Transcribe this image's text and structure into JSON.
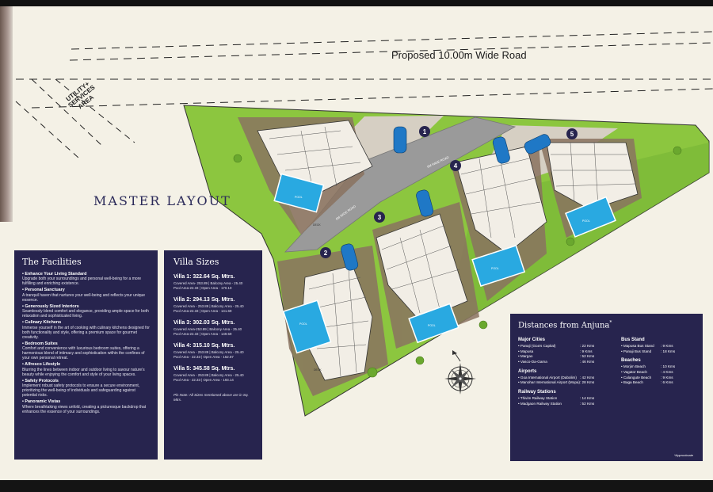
{
  "road": {
    "label": "Proposed 10.00m Wide Road"
  },
  "utility": {
    "lines": [
      "UTILITY+",
      "SERVICES",
      "AREA"
    ]
  },
  "master_layout": {
    "title": "MASTER LAYOUT"
  },
  "site": {
    "internal_road_label_1": "6M WIDE ROAD",
    "internal_road_label_2": "6M WIDE ROAD",
    "villa_numbers": [
      "1",
      "2",
      "3",
      "4",
      "5"
    ],
    "pool_label": "POOL",
    "deck_label": "DECK"
  },
  "facilities": {
    "title": "The Facilities",
    "items": [
      {
        "title": "• Enhance Your Living Standard",
        "desc": "Upgrade both your surroundings and personal well-being for a more fulfilling and enriching existence."
      },
      {
        "title": "• Personal Sanctuary",
        "desc": "A tranquil haven that nurtures your well-being and reflects your unique essence."
      },
      {
        "title": "• Generously Sized Interiors",
        "desc": "Seamlessly blend comfort and elegance, providing ample space for both relaxation and sophisticated living."
      },
      {
        "title": "• Culinary Kitchens",
        "desc": "Immerse yourself in the art of cooking with culinary kitchens designed for both functionality and style, offering a premium space for gourmet creativity."
      },
      {
        "title": "• Bedroom Suites",
        "desc": "Comfort and convenience with luxurious bedroom suites, offering a harmonious blend of intimacy and sophistication within the confines of your own personal retreat."
      },
      {
        "title": "• Alfresco Lifestyle",
        "desc": "Blurring the lines between indoor and outdoor living to savour nature's beauty while enjoying the comfort and style of your living spaces."
      },
      {
        "title": "• Safety Protocols",
        "desc": "Implement robust safety protocols to ensure a secure environment, prioritizing the well-being of individuals and safeguarding against potential risks."
      },
      {
        "title": "• Panoramic Vistas",
        "desc": "Where breathtaking views unfold, creating a picturesque backdrop that enhances the essence of your surroundings."
      }
    ]
  },
  "villa_sizes": {
    "title": "Villa Sizes",
    "villas": [
      {
        "title": "Villa 1: 322.64 Sq. Mtrs.",
        "line1": "Covered Area- 253.89 | Balcony Area - 25.40",
        "line2": "Pool Area-22.33 | Open Area - 170.10"
      },
      {
        "title": "Villa 2: 294.13 Sq. Mtrs.",
        "line1": "Covered Area - 253.89 | Balcony Area - 25.40",
        "line2": "Pool Area-22.33 | Open Area - 141.69"
      },
      {
        "title": "Villa 3: 302.03 Sq. Mtrs.",
        "line1": "Covered Area-253.89 | Balcony Area - 25.40",
        "line2": "Pool Area-22.33 | Open Area - 149.59"
      },
      {
        "title": "Villa 4: 315.10 Sq. Mtrs.",
        "line1": "Covered Area - 253.89 | Balcony Area - 25.40",
        "line2": "Pool Area - 22.33 | Open Area - 162.87"
      },
      {
        "title": "Villa 5: 345.58 Sq. Mtrs.",
        "line1": "Covered Area - 253.89 | Balcony Area - 25.40",
        "line2": "Pool Area - 22.33 | Open Area - 193.14"
      }
    ],
    "note": "Pls Note: All Sizes mentioned above are in Sq. Mtrs."
  },
  "distances": {
    "title": "Distances from Anjuna",
    "title_mark": "*",
    "major_cities": {
      "heading": "Major Cities",
      "rows": [
        {
          "name": "• Panaji (Goa's Capital)",
          "value": ": 22 Kms"
        },
        {
          "name": "• Mapusa",
          "value": ": 9 Kms"
        },
        {
          "name": "• Margao",
          "value": ": 52 Kms"
        },
        {
          "name": "• Vasco-Da-Gama",
          "value": ": 46 Kms"
        }
      ]
    },
    "airports": {
      "heading": "Airports",
      "rows": [
        {
          "name": "• Goa International Airport (Dabolim)",
          "value": ": 42 Kms"
        },
        {
          "name": "• Manohar International Airport (Mopa)",
          "value": ": 28 Kms"
        }
      ]
    },
    "railway": {
      "heading": "Railway Stations",
      "rows": [
        {
          "name": "• Thivim Railway Station",
          "value": ": 14 Kms"
        },
        {
          "name": "• Madgaon Railway Station",
          "value": ": 52 Kms"
        }
      ]
    },
    "bus": {
      "heading": "Bus Stand",
      "rows": [
        {
          "name": "• Mapusa Bus Stand",
          "value": ": 9 Kms"
        },
        {
          "name": "• Panaji Bus Stand",
          "value": ": 18 Kms"
        }
      ]
    },
    "beaches": {
      "heading": "Beaches",
      "rows": [
        {
          "name": "• Morjim Beach",
          "value": ": 10 Kms"
        },
        {
          "name": "• Vagator Beach",
          "value": ": 4 Kms"
        },
        {
          "name": "• Calangute Beach",
          "value": ": 9 Kms"
        },
        {
          "name": "• Baga Beach",
          "value": ": 6 Kms"
        }
      ]
    },
    "approx_note": "*Approximate"
  },
  "colors": {
    "lawn": "#8cc63f",
    "road": "#9a9a9a",
    "pool": "#29a9e1",
    "car": "#1f78c6",
    "panel": "#27244e",
    "paper": "#f4f1e6"
  }
}
